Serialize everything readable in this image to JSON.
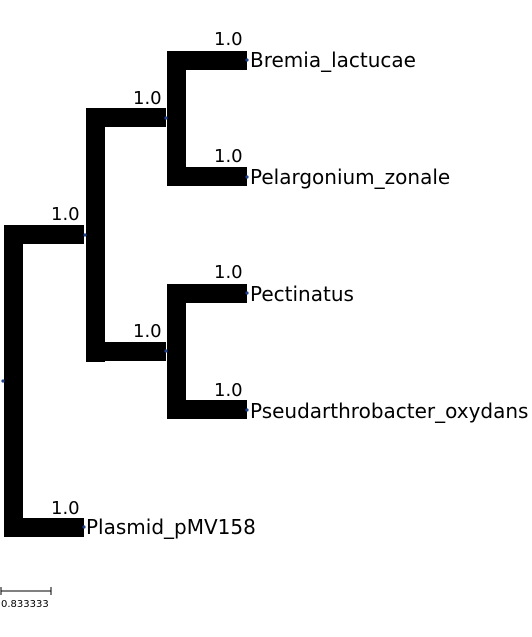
{
  "tree": {
    "edge_color": "#000000",
    "node_dot_color": "#1f3f8f",
    "leaves": [
      {
        "id": "bremia",
        "label": "Bremia_lactucae",
        "support": "1.0"
      },
      {
        "id": "pelargonium",
        "label": "Pelargonium_zonale",
        "support": "1.0"
      },
      {
        "id": "pectinatus",
        "label": "Pectinatus",
        "support": "1.0"
      },
      {
        "id": "pseudarthrobacter",
        "label": "Pseudarthrobacter_oxydans",
        "support": "1.0"
      },
      {
        "id": "plasmid",
        "label": "Plasmid_pMV158",
        "support": "1.0"
      }
    ],
    "internal_nodes": [
      {
        "id": "clade-a",
        "support": "1.0"
      },
      {
        "id": "clade-b",
        "support": "1.0"
      },
      {
        "id": "clade-ab",
        "support": "1.0"
      }
    ],
    "scale_bar": {
      "label": "0.833333"
    }
  }
}
